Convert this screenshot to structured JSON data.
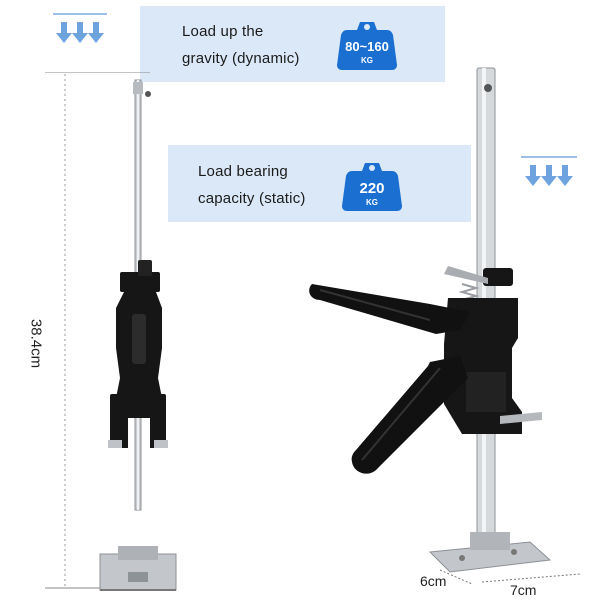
{
  "top_panel": {
    "line1": "Load up the",
    "line2": "gravity (dynamic)",
    "badge_value": "80~160",
    "badge_unit": "KG"
  },
  "middle_panel": {
    "line1": "Load bearing",
    "line2": "capacity (static)",
    "badge_value": "220",
    "badge_unit": "KG"
  },
  "dimensions": {
    "height": "38.4cm",
    "base_depth": "6cm",
    "base_width": "7cm"
  },
  "colors": {
    "panel_bg": "#dbe8f7",
    "badge_blue": "#1a6fd0",
    "arrow_blue": "#6ea3e0",
    "tool_black": "#161616",
    "steel": "#c9ccd0"
  },
  "icons": {
    "load_arrows": "down-arrows-icon",
    "weight": "kettlebell-weight-icon"
  }
}
